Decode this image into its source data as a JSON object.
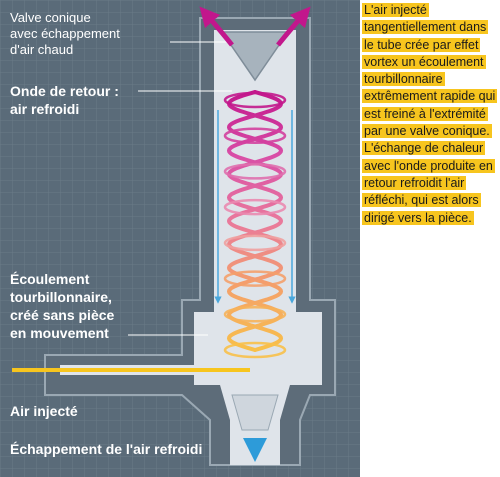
{
  "labels": {
    "valve": "Valve conique\navec échappement\nd'air chaud",
    "return_wave": "Onde de retour :\nair refroidi",
    "vortex_flow": "Écoulement\ntourbillonnaire,\ncréé sans pièce\nen mouvement",
    "injected_air": "Air injecté",
    "cold_exhaust": "Échappement de l'air refroidi"
  },
  "explanation": "L'air injecté tangentiellement dans le tube crée par effet vortex un écoulement tourbillonnaire extrêmement rapide qui est freiné à l'extrémité par une valve conique. L'échange de chaleur avec l'onde produite en retour refroidit l'air réfléchi, qui est alors dirigé vers la pièce.",
  "colors": {
    "background": "#5a6b79",
    "grid": "#6a7b88",
    "tube_wall": "#5d6c79",
    "tube_interior": "#dfe4ea",
    "hot": "#c2178c",
    "warm": "#e48abb",
    "cool": "#f4a06b",
    "injected_air": "#f7c51e",
    "cold_air": "#3aa6dd",
    "highlight": "#f7c51e"
  }
}
